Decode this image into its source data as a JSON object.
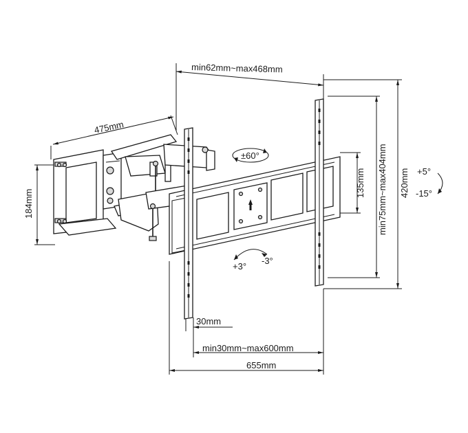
{
  "dimensions": {
    "depth_range": "min62mm~max468mm",
    "arm_length": "475mm",
    "wall_plate_height": "184mm",
    "swivel": "±60°",
    "center_height": "135mm",
    "vertical_range": "min75mm~max404mm",
    "total_height": "420mm",
    "tilt_up": "+5°",
    "tilt_down": "-15°",
    "level_plus": "+3°",
    "level_minus": "-3°",
    "rail_width": "30mm",
    "horizontal_range": "min30mm~max600mm",
    "total_width": "655mm"
  }
}
